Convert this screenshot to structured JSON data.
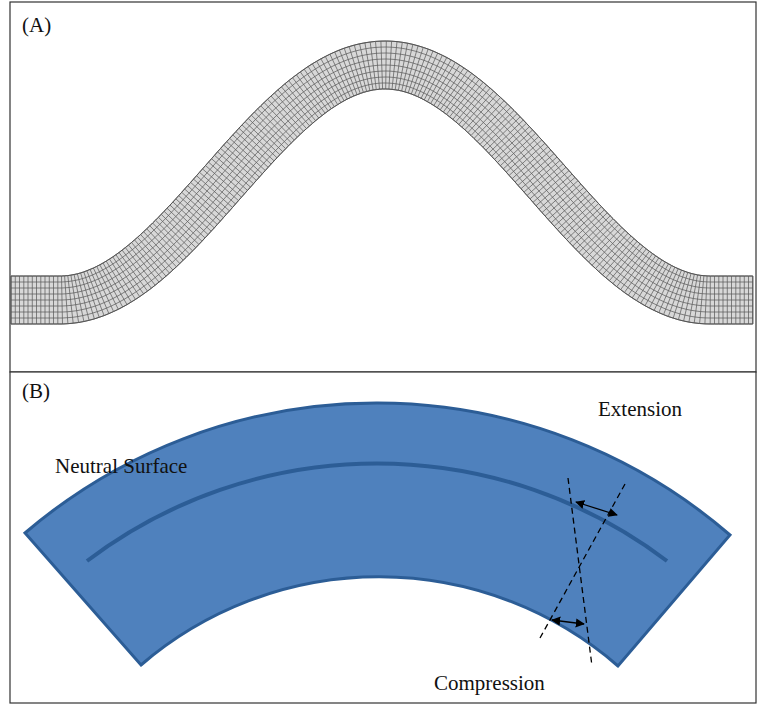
{
  "diagram": {
    "labels": [
      "(A)",
      "(B)",
      "Extension",
      "Neutral Surface",
      "Compression"
    ]
  }
}
